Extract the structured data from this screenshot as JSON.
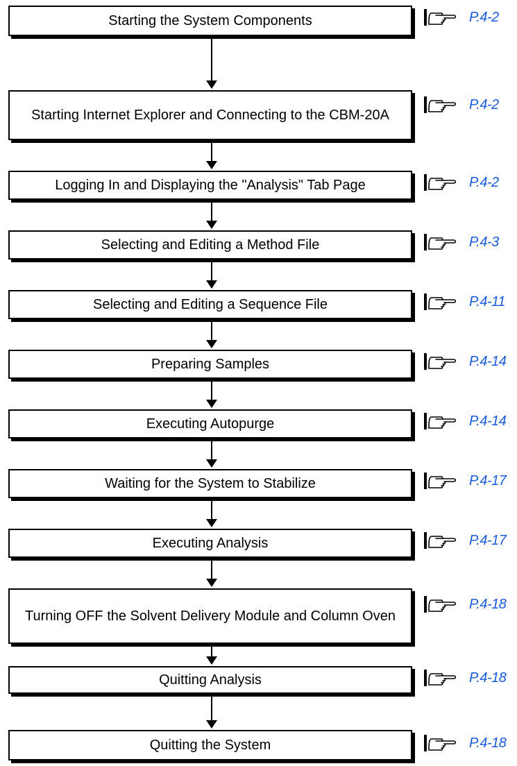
{
  "colors": {
    "box_border": "#000000",
    "link": "#1a5adc",
    "shadow": "#000000"
  },
  "reference_icon": "hand-pointing-icon",
  "steps": [
    {
      "label": "Starting the System Components",
      "ref": "P.4-2"
    },
    {
      "label": "Starting Internet Explorer and Connecting to the CBM-20A",
      "ref": "P.4-2"
    },
    {
      "label": "Logging In and Displaying the \"Analysis\" Tab Page",
      "ref": "P.4-2"
    },
    {
      "label": "Selecting and Editing a Method File",
      "ref": "P.4-3"
    },
    {
      "label": "Selecting and Editing a Sequence File",
      "ref": "P.4-11"
    },
    {
      "label": "Preparing Samples",
      "ref": "P.4-14"
    },
    {
      "label": "Executing Autopurge",
      "ref": "P.4-14"
    },
    {
      "label": "Waiting for the System to Stabilize",
      "ref": "P.4-17"
    },
    {
      "label": "Executing Analysis",
      "ref": "P.4-17"
    },
    {
      "label": "Turning OFF the Solvent Delivery Module and Column Oven",
      "ref": "P.4-18"
    },
    {
      "label": "Quitting Analysis",
      "ref": "P.4-18"
    },
    {
      "label": "Quitting the System",
      "ref": "P.4-18"
    }
  ]
}
